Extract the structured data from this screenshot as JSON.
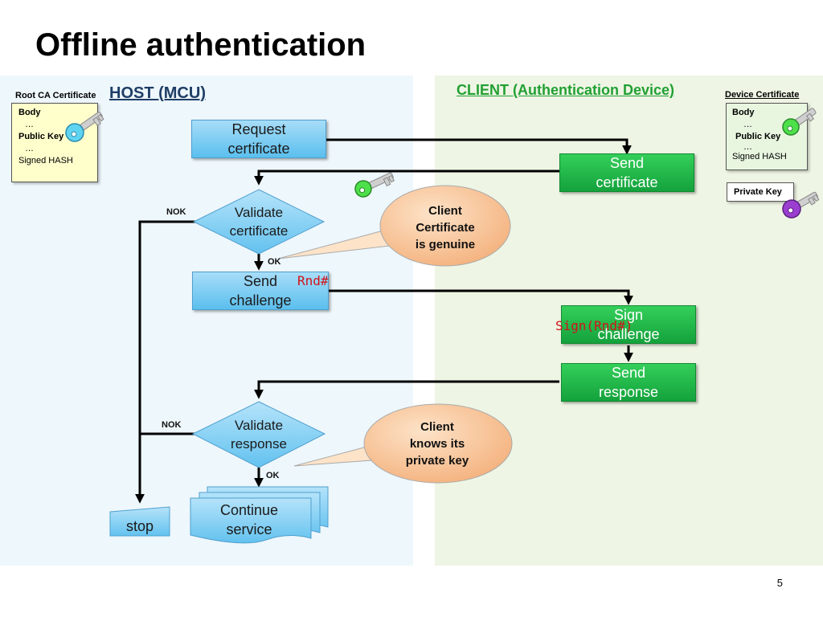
{
  "title": "Offline authentication",
  "host": {
    "title": "HOST (MCU)"
  },
  "client": {
    "title": "CLIENT (Authentication Device)"
  },
  "root_ca": {
    "label": "Root CA Certificate",
    "body": "Body",
    "dots1": "…",
    "public_key": "Public Key",
    "dots2": "…",
    "signed_hash": "Signed HASH"
  },
  "device_cert": {
    "label": "Device Certificate",
    "body": "Body",
    "dots1": "…",
    "public_key": "Public Key",
    "dots2": "…",
    "signed_hash": "Signed HASH"
  },
  "private_key": {
    "label": "Private Key"
  },
  "steps": {
    "request_certificate": [
      "Request",
      "certificate"
    ],
    "send_certificate": [
      "Send",
      "certificate"
    ],
    "validate_certificate": [
      "Validate",
      "certificate"
    ],
    "send_challenge": [
      "Send",
      "challenge"
    ],
    "sign_challenge": [
      "Sign",
      "challenge"
    ],
    "send_response": [
      "Send",
      "response"
    ],
    "validate_response": [
      "Validate",
      "response"
    ],
    "continue_service": [
      "Continue",
      "service"
    ],
    "stop": "stop"
  },
  "callouts": {
    "genuine": [
      "Client",
      "Certificate",
      "is genuine"
    ],
    "private_key": [
      "Client",
      "knows its",
      "private key"
    ]
  },
  "code": {
    "rnd": "Rnd#",
    "sign_rnd": "Sign(Rnd#)"
  },
  "labels": {
    "nok1": "NOK",
    "ok1": "OK",
    "nok2": "NOK",
    "ok2": "OK"
  },
  "page_number": "5",
  "colors": {
    "host_zone": "#eef7fc",
    "client_zone": "#eef5e4",
    "host_title": "#1f3e66",
    "client_title": "#22a033",
    "blue_box": "#5bbfee",
    "green_box": "#14a23c",
    "callout": "#f9c79b",
    "code_red": "#d0141a"
  }
}
